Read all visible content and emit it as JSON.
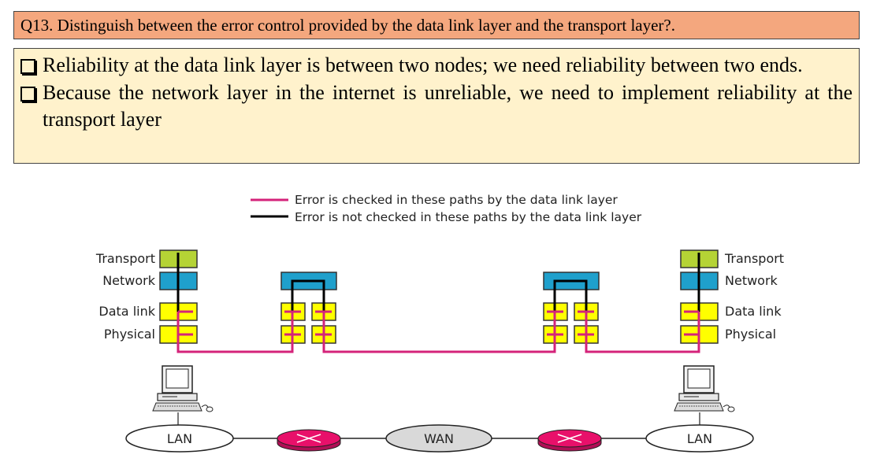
{
  "question": "Q13. Distinguish between the error control provided by the data link layer and the transport layer?.",
  "bullets": [
    "Reliability at the data link layer is between two nodes; we need reliability between two ends.",
    "Because the network layer in the internet is unreliable, we need to implement reliability at the transport layer"
  ],
  "legend": {
    "checked": "Error is checked in these paths by the data link layer",
    "not_checked": "Error is not checked in these paths by the data link layer"
  },
  "layers": {
    "transport": "Transport",
    "network": "Network",
    "datalink": "Data link",
    "physical": "Physical"
  },
  "networks": {
    "lan_left": "LAN",
    "wan": "WAN",
    "lan_right": "LAN"
  },
  "colors": {
    "transport": "#b5d335",
    "network": "#1fa0cc",
    "datalink": "#ffff00",
    "path_checked": "#d4237a",
    "path_unchecked": "#000000",
    "router": "#e8106a",
    "wan": "#d9d9d9",
    "question_bg": "#f4a77e",
    "answer_bg": "#fff2cc"
  }
}
